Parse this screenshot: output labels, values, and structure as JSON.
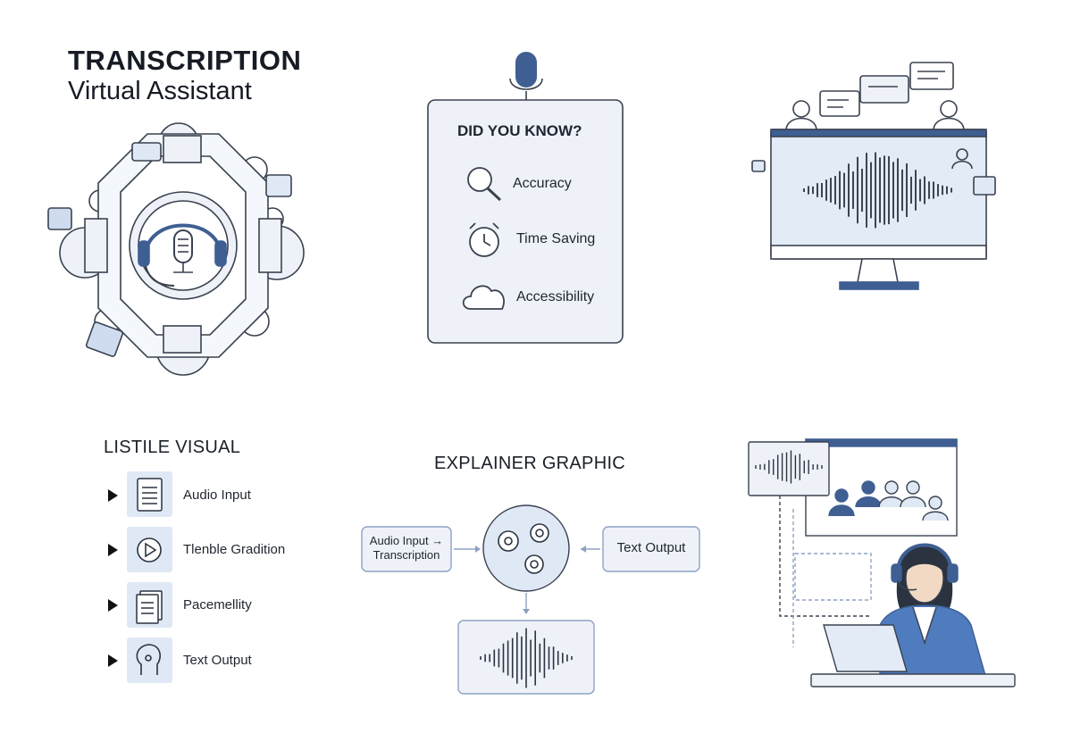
{
  "header": {
    "title": "TRANSCRIPTION",
    "subtitle": "Virtual Assistant"
  },
  "did_you_know": {
    "heading": "DID YOU KNOW?",
    "items": [
      {
        "label": "Accuracy",
        "icon": "magnifier-icon"
      },
      {
        "label": "Time Saving",
        "icon": "alarm-clock-icon"
      },
      {
        "label": "Accessibility",
        "icon": "cloud-icon"
      }
    ]
  },
  "listicle": {
    "title": "LISTILE VISUAL",
    "items": [
      {
        "label": "Audio Input",
        "icon": "notepad-icon"
      },
      {
        "label": "Tlenble Gradition",
        "icon": "play-icon"
      },
      {
        "label": "Pacemellity",
        "icon": "document-stack-icon"
      },
      {
        "label": "Text Output",
        "icon": "head-profile-icon"
      }
    ]
  },
  "explainer": {
    "title": "EXPLAINER GRAPHIC",
    "input_line1": "Audio Input →",
    "input_line2": "Transcription",
    "output_label": "Text Output"
  },
  "colors": {
    "accent": "#3f5f93",
    "light_fill": "#e8eef8",
    "stroke": "#3a4250",
    "panel": "#eef2f8"
  }
}
